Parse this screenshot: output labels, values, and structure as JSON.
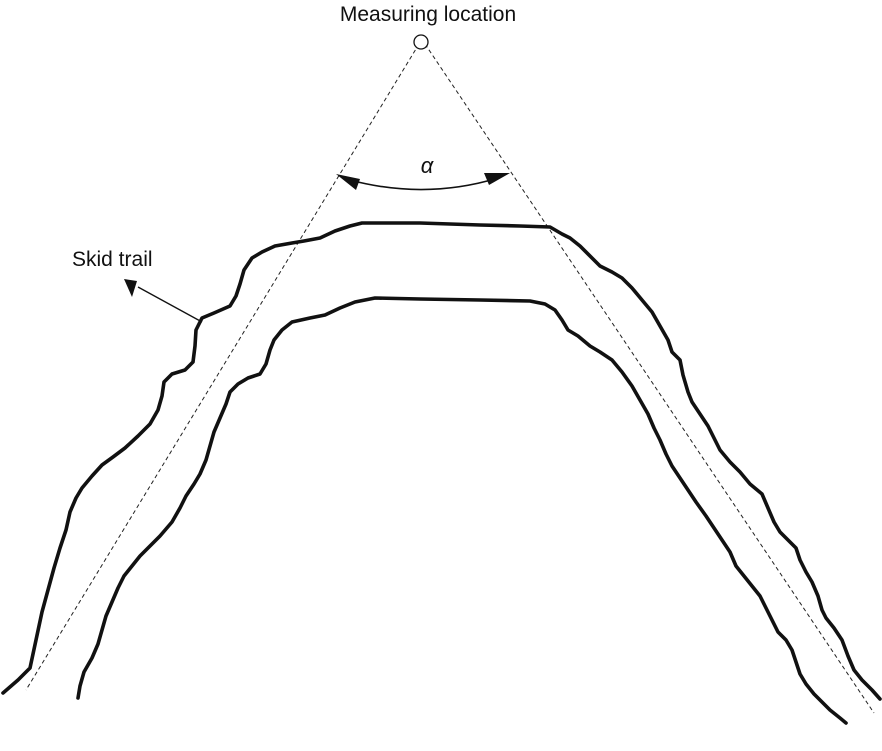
{
  "diagram": {
    "labels": {
      "measuring_location": "Measuring location",
      "angle_symbol": "α",
      "skid_trail": "Skid trail"
    },
    "nodes": [
      {
        "id": "measuring-location",
        "label_key": "measuring_location",
        "shape": "open-circle"
      }
    ],
    "edges": [
      {
        "from": "measuring-location",
        "to": "left-ground",
        "style": "dashed"
      },
      {
        "from": "measuring-location",
        "to": "right-ground",
        "style": "dashed"
      }
    ],
    "colors": {
      "stroke": "#111111",
      "background": "#ffffff"
    }
  }
}
